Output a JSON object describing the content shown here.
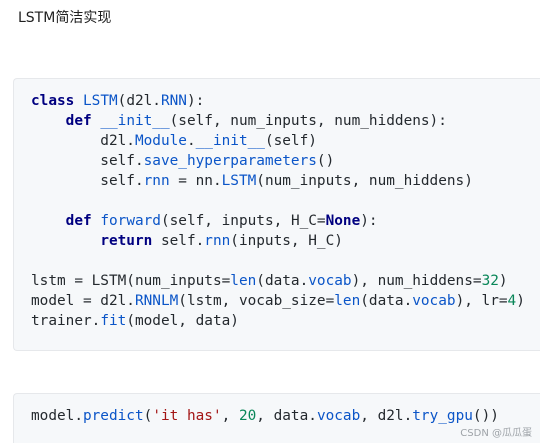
{
  "heading": "LSTM简洁实现",
  "code_block_1": {
    "lines": [
      "class LSTM(d2l.RNN):",
      "    def __init__(self, num_inputs, num_hiddens):",
      "        d2l.Module.__init__(self)",
      "        self.save_hyperparameters()",
      "        self.rnn = nn.LSTM(num_inputs, num_hiddens)",
      "",
      "    def forward(self, inputs, H_C=None):",
      "        return self.rnn(inputs, H_C)",
      "",
      "lstm = LSTM(num_inputs=len(data.vocab), num_hiddens=32)",
      "model = d2l.RNNLM(lstm, vocab_size=len(data.vocab), lr=4)",
      "trainer.fit(model, data)"
    ]
  },
  "code_block_2": {
    "lines": [
      "model.predict('it has', 20, data.vocab, d2l.try_gpu())"
    ]
  },
  "watermark": "CSDN @瓜瓜蛋"
}
